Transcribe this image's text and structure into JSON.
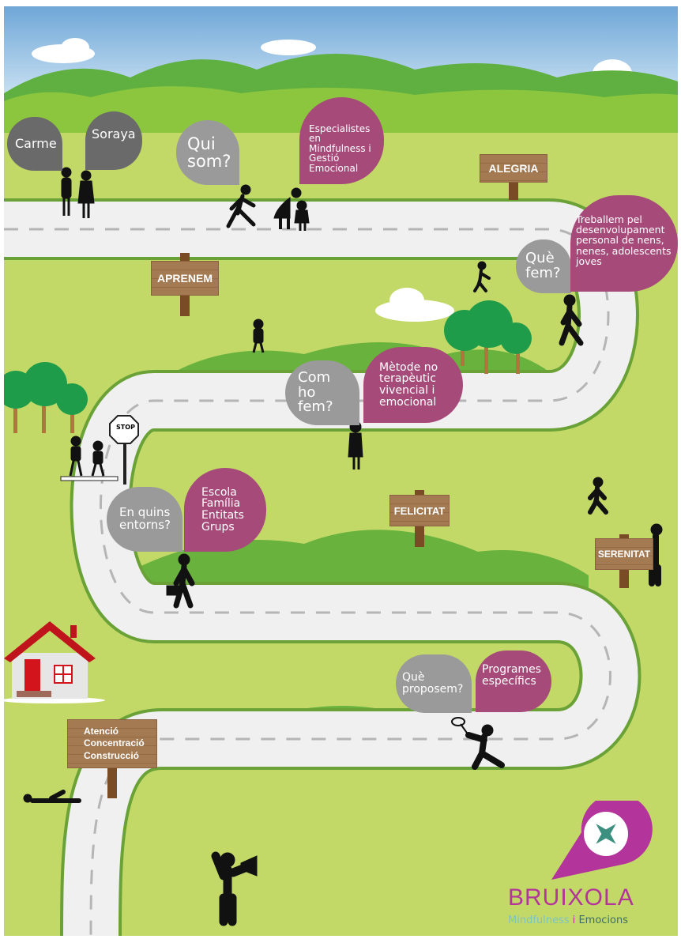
{
  "people": {
    "left": "Carme",
    "right": "Soraya"
  },
  "bubbles": {
    "qui_som": {
      "question": "Qui som?",
      "answer": "Especialistes en Mindfulness i Gestió Emocional"
    },
    "que_fem": {
      "question": "Què fem?",
      "answer": "Treballem pel desenvolupament personal de nens, nenes, adolescents joves"
    },
    "com_fem": {
      "question": "Com ho fem?",
      "answer": "Mètode no terapèutic vivencial i emocional"
    },
    "entorns": {
      "question": "En quins entorns?",
      "answer": "Escola Família Entitats Grups"
    },
    "proposem": {
      "question": "Què proposem?",
      "answer": "Programes específics"
    }
  },
  "signs": {
    "alegria": "ALEGRIA",
    "aprenem": "APRENEM",
    "felicitat": "FELICITAT",
    "serenitat": "SERENITAT",
    "atencio": [
      "Atenció",
      "Concentració",
      "Construcció"
    ],
    "stop": "STOP"
  },
  "logo": {
    "name": "BRUIXOLA",
    "tagline_a": "Mindfulness",
    "tagline_i": "i",
    "tagline_b": "Emocions"
  },
  "colors": {
    "purple": "#a64a7a",
    "gray": "#9a9a9a",
    "grass": "#c2d967",
    "road": "#f0f0f0",
    "logo": "#b3349a"
  }
}
